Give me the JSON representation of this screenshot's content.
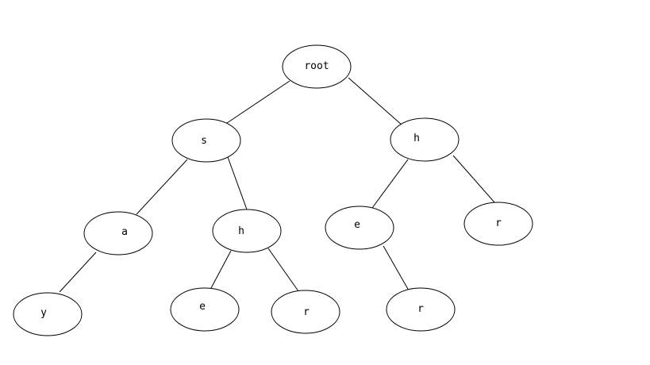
{
  "tree": {
    "nodes": [
      {
        "id": "root",
        "label": "root"
      },
      {
        "id": "s",
        "label": "s"
      },
      {
        "id": "h1",
        "label": "h"
      },
      {
        "id": "a",
        "label": "a"
      },
      {
        "id": "h2",
        "label": "h"
      },
      {
        "id": "e1",
        "label": "e"
      },
      {
        "id": "r1",
        "label": "r"
      },
      {
        "id": "y",
        "label": "y"
      },
      {
        "id": "e2",
        "label": "e"
      },
      {
        "id": "r2",
        "label": "r"
      },
      {
        "id": "r3",
        "label": "r"
      }
    ],
    "edges": [
      [
        "root",
        "s"
      ],
      [
        "root",
        "h1"
      ],
      [
        "s",
        "a"
      ],
      [
        "s",
        "h2"
      ],
      [
        "h1",
        "e1"
      ],
      [
        "h1",
        "r1"
      ],
      [
        "a",
        "y"
      ],
      [
        "h2",
        "e2"
      ],
      [
        "h2",
        "r2"
      ],
      [
        "e1",
        "r3"
      ]
    ]
  }
}
